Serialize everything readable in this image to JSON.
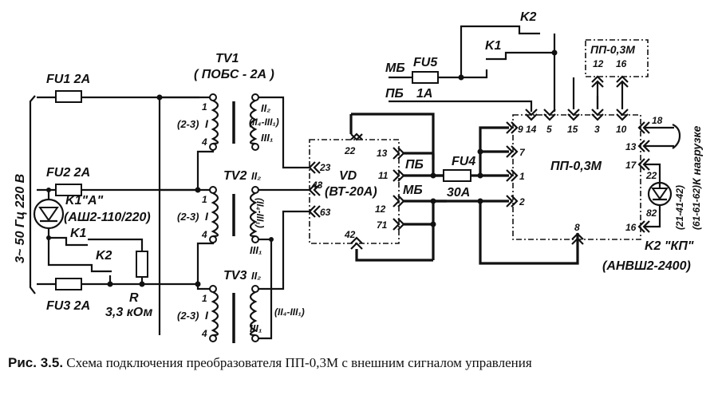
{
  "diagram": {
    "supply_label": "3~ 50 Гц 220 В",
    "fuses": {
      "fu1": "FU1 2A",
      "fu2": "FU2 2A",
      "fu3": "FU3 2A",
      "fu4_name": "FU4",
      "fu4_rating": "30A",
      "fu5_name": "FU5",
      "fu5_rating": "1A"
    },
    "relay_k1": {
      "name": "K1\"A\"",
      "model": "(АШ2-110/220)",
      "contact": "K1"
    },
    "relay_k2_contact": "K2",
    "resistor": {
      "name": "R",
      "value": "3,3 кОм"
    },
    "transformers": {
      "tv1_name": "TV1",
      "tv1_model": "( ПОБС - 2А )",
      "tv2_name": "TV2",
      "tv3_name": "TV3",
      "pin_1": "1",
      "pin_4": "4",
      "primary_pins": "(2-3)",
      "primary_winding": "I",
      "sec_top": "II₂",
      "sec_bottom": "III₁",
      "sec_mid": "(II₄-III₁)"
    },
    "rectifier": {
      "name": "VD",
      "model": "(ВТ-20А)",
      "pins": [
        "23",
        "43",
        "63",
        "22",
        "42",
        "13",
        "11",
        "12",
        "71"
      ],
      "pb": "ПБ",
      "mb": "МБ"
    },
    "control_lines": {
      "mb": "МБ",
      "pb": "ПБ",
      "k1": "K1",
      "k2": "K2"
    },
    "converter": {
      "name": "ПП-0,3М",
      "top_pins": [
        "14",
        "5",
        "15",
        "3",
        "10"
      ],
      "left_pins": [
        "9",
        "7",
        "1",
        "2"
      ],
      "right_pins": [
        "18",
        "13",
        "17",
        "16"
      ],
      "bottom_pin": "8"
    },
    "remote_unit": {
      "name": "ПП-0,3М",
      "pins": [
        "12",
        "16"
      ]
    },
    "load_label": "К нагрузке",
    "relay_k2": {
      "name": "K2 \"КП\"",
      "model": "(АНВШ2-2400)",
      "pin_top": "22",
      "pin_bottom": "82",
      "alt1": "(21-41-42)",
      "alt2": "(61-61-62)"
    }
  },
  "caption": {
    "figure_label": "Рис. 3.5.",
    "text": "Схема подключения преобразователя ПП-0,3М с внешним сигналом управления"
  }
}
